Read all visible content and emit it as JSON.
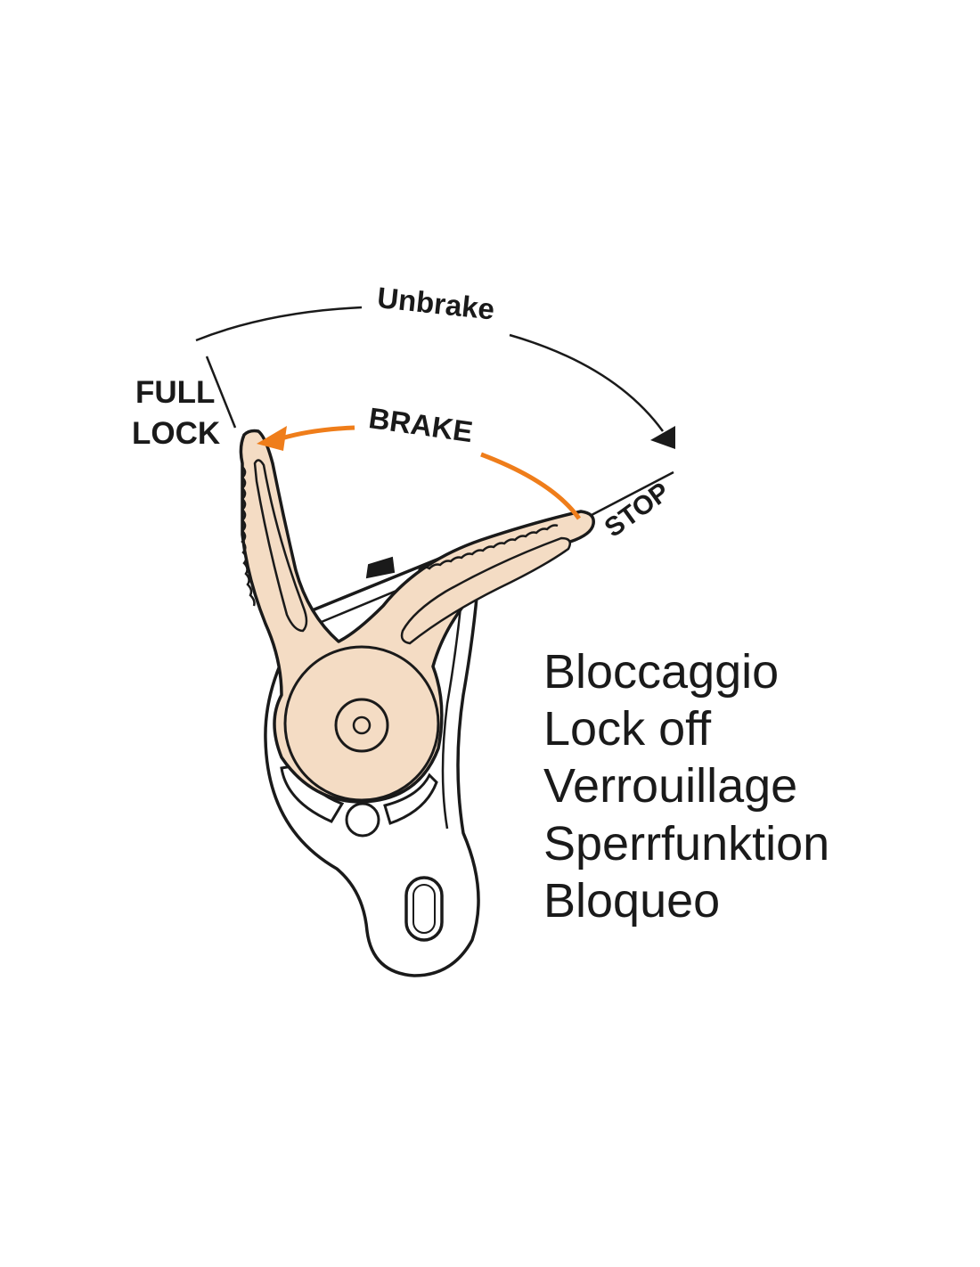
{
  "labels": {
    "unbrake": "Unbrake",
    "brake": "BRAKE",
    "full_lock_line1": "FULL",
    "full_lock_line2": "LOCK",
    "stop": "STOP"
  },
  "translations": [
    "Bloccaggio",
    "Lock off",
    "Verrouillage",
    "Sperrfunktion",
    "Bloqueo"
  ],
  "colors": {
    "handle_fill": "#f4dcc4",
    "outline": "#1a1a1a",
    "brake_arrow": "#ef7d1a",
    "background": "#ffffff"
  },
  "icons": {
    "device": "descender-device-icon",
    "unbrake_arrow": "arc-arrow-right",
    "brake_arrow": "arc-arrow-left"
  }
}
